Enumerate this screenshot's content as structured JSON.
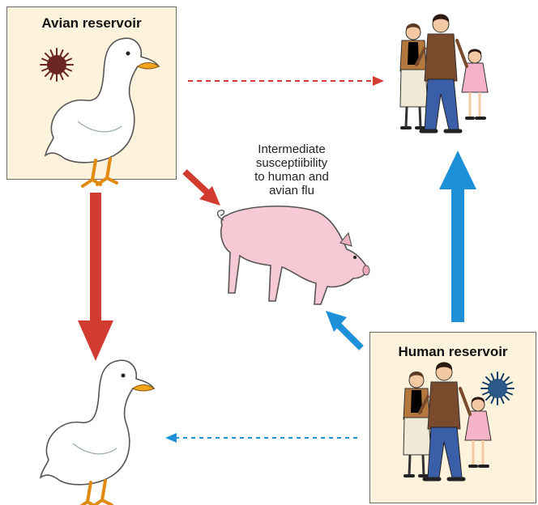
{
  "avian_box": {
    "title": "Avian reservoir"
  },
  "human_box": {
    "title": "Human reservoir"
  },
  "pig_caption": [
    "Intermediate",
    "susceptiibility",
    "to human and",
    "avian flu"
  ],
  "colors": {
    "box_fill": "#fdf3dc",
    "red_arrow": "#d13b30",
    "blue_arrow": "#1e90d8",
    "duck_white": "#ffffff",
    "duck_beak": "#f2a51a",
    "pig_pink": "#f6c9d4",
    "virus": "#7a2a2a",
    "virus_human": "#2b5a8a"
  },
  "icons": [
    "avian-virus-icon",
    "human-virus-icon",
    "duck-icon",
    "pig-icon",
    "family-icon"
  ]
}
